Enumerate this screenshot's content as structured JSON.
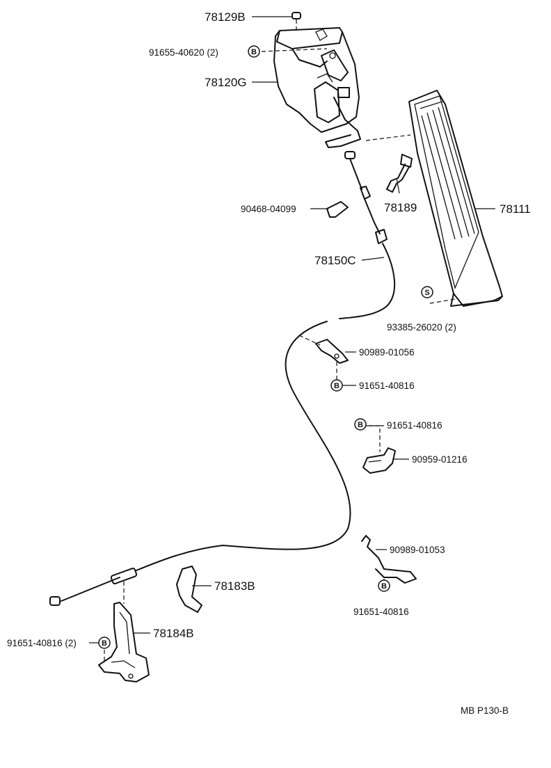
{
  "labels": {
    "p78129B": "78129B",
    "p91655": "91655-40620 (2)",
    "p78120G": "78120G",
    "p78111": "78111",
    "p78189": "78189",
    "p90468": "90468-04099",
    "p78150C": "78150C",
    "p93385": "93385-26020 (2)",
    "p90989a": "90989-01056",
    "p91651a": "91651-40816",
    "p91651b": "91651-40816",
    "p90959": "90959-01216",
    "p90989b": "90989-01053",
    "p91651c": "91651-40816",
    "p78183B": "78183B",
    "p78184B": "78184B",
    "p91651d": "91651-40816 (2)",
    "ref": "MB  P130-B"
  },
  "symbols": {
    "bolt": "B",
    "screw": "S"
  },
  "colors": {
    "line": "#111111",
    "background": "#ffffff"
  }
}
